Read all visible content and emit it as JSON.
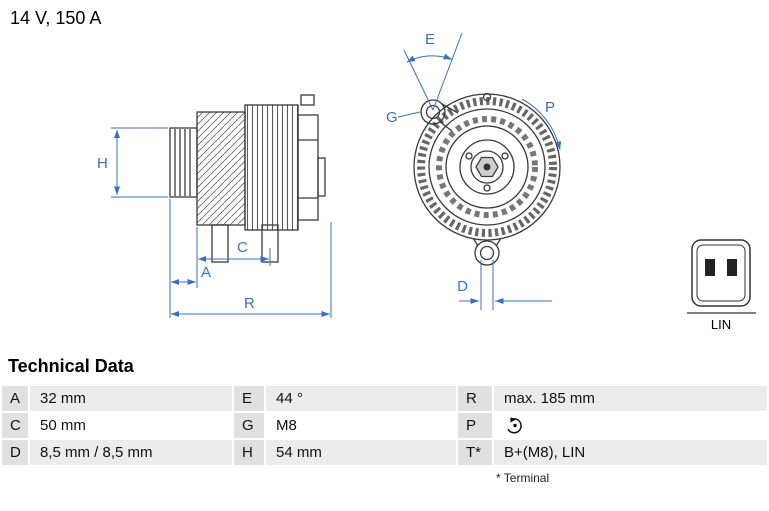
{
  "header": {
    "rating": "14 V, 150 A"
  },
  "diagram": {
    "dimension_labels": {
      "H": "H",
      "A": "A",
      "C": "C",
      "R": "R",
      "E": "E",
      "G": "G",
      "P": "P",
      "D": "D"
    },
    "connector_label": "LIN",
    "dimension_color": "#3d6fbe",
    "line_color": "#3a3a3a"
  },
  "technical_data": {
    "title": "Technical Data",
    "rows": [
      [
        {
          "label": "A",
          "value": "32 mm"
        },
        {
          "label": "E",
          "value": "44 °"
        },
        {
          "label": "R",
          "value": "max. 185 mm"
        }
      ],
      [
        {
          "label": "C",
          "value": "50 mm"
        },
        {
          "label": "G",
          "value": "M8"
        },
        {
          "label": "P",
          "value": "",
          "icon": "rotation-clockwise-icon"
        }
      ],
      [
        {
          "label": "D",
          "value": "8,5 mm / 8,5 mm"
        },
        {
          "label": "H",
          "value": "54 mm"
        },
        {
          "label": "T*",
          "value": "B+(M8), LIN"
        }
      ]
    ],
    "footnote": "* Terminal"
  }
}
